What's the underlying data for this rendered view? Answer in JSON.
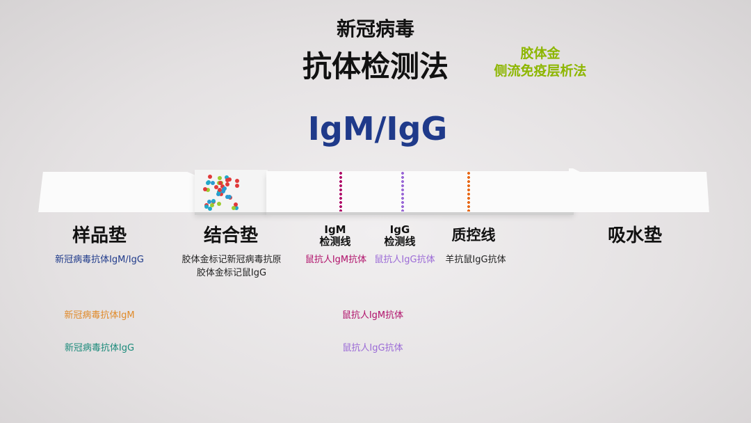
{
  "title": {
    "line1": "新冠病毒",
    "line2": "抗体检测法"
  },
  "method": {
    "line1": "胶体金",
    "line2": "侧流免疫层析法",
    "color": "#8db600"
  },
  "subtitle": {
    "text": "IgM/IgG",
    "color": "#1f3a8a"
  },
  "zones": [
    {
      "label": "样品垫",
      "desc": [
        "新冠病毒抗体IgM/IgG"
      ]
    },
    {
      "label": "结合垫",
      "desc": [
        "胶体金标记新冠病毒抗原",
        "胶体金标记鼠IgG"
      ]
    },
    {
      "label": "IgM",
      "label2": "检测线",
      "desc": [
        "鼠抗人IgM抗体"
      ],
      "color": "#b0106a"
    },
    {
      "label": "IgG",
      "label2": "检测线",
      "desc": [
        "鼠抗人IgG抗体"
      ],
      "color": "#9b6ad6"
    },
    {
      "label": "质控线",
      "desc": [
        "羊抗鼠IgG抗体"
      ],
      "color": "#e86a1a"
    },
    {
      "label": "吸水垫"
    }
  ],
  "legend": [
    {
      "text": "新冠病毒抗体IgM",
      "color": "#e08a2a"
    },
    {
      "text": "新冠病毒抗体IgG",
      "color": "#1a8a7a"
    },
    {
      "text": "鼠抗人IgM抗体",
      "color": "#b0106a"
    },
    {
      "text": "鼠抗人IgG抗体",
      "color": "#9b6ad6"
    }
  ]
}
